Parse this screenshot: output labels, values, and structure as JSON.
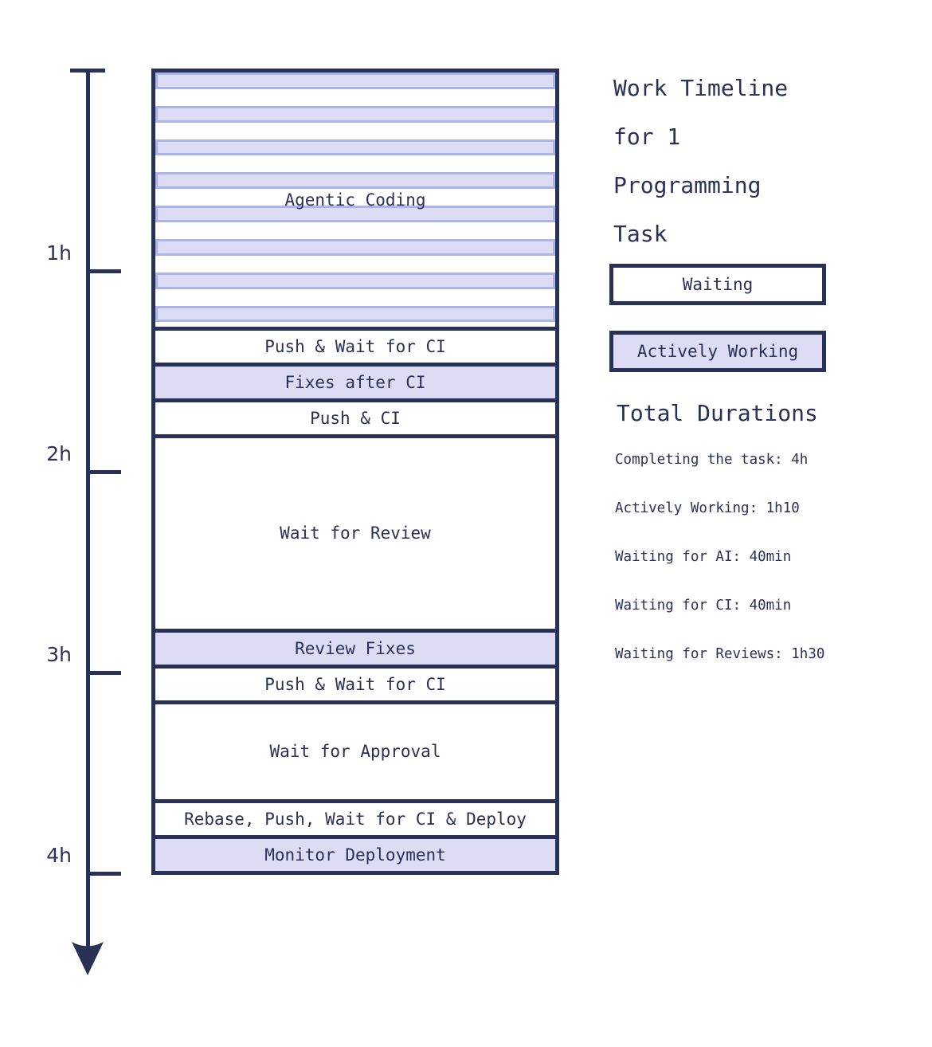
{
  "colors": {
    "navy": "#2a3157",
    "lavender": "#dcdcf5",
    "periwinkle": "#abb5e9",
    "background": "#ffffff"
  },
  "title": {
    "lines": [
      "Work Timeline",
      "for 1",
      "Programming",
      "Task"
    ]
  },
  "legend": [
    {
      "label": "Waiting",
      "type": "waiting"
    },
    {
      "label": "Actively Working",
      "type": "active"
    }
  ],
  "totals": {
    "heading": "Total Durations",
    "items": [
      "Completing the task: 4h",
      "Actively Working: 1h10",
      "Waiting for AI: 40min",
      "Waiting for CI: 40min",
      "Waiting for Reviews: 1h30"
    ]
  },
  "chart_data": {
    "type": "bar",
    "subtype": "vertical-timeline-stack",
    "title": "Work Timeline for 1 Programming Task",
    "unit": "minutes",
    "total_minutes": 240,
    "axis": {
      "orientation": "vertical-down",
      "tick_labels": [
        "1h",
        "2h",
        "3h",
        "4h"
      ],
      "minutes_per_tick": 60
    },
    "legend_position": "right",
    "stripe_count": 8,
    "segments": [
      {
        "label": "Agentic Coding",
        "duration_min": 80,
        "style": "striped"
      },
      {
        "label": "Push & Wait for CI",
        "duration_min": 10,
        "style": "waiting"
      },
      {
        "label": "Fixes after CI",
        "duration_min": 10,
        "style": "active"
      },
      {
        "label": "Push & CI",
        "duration_min": 10,
        "style": "waiting"
      },
      {
        "label": "Wait for Review",
        "duration_min": 60,
        "style": "waiting"
      },
      {
        "label": "Review Fixes",
        "duration_min": 10,
        "style": "active"
      },
      {
        "label": "Push & Wait for CI",
        "duration_min": 10,
        "style": "waiting"
      },
      {
        "label": "Wait for Approval",
        "duration_min": 30,
        "style": "waiting"
      },
      {
        "label": "Rebase, Push, Wait for CI & Deploy",
        "duration_min": 10,
        "style": "waiting"
      },
      {
        "label": "Monitor Deployment",
        "duration_min": 10,
        "style": "active"
      }
    ]
  }
}
